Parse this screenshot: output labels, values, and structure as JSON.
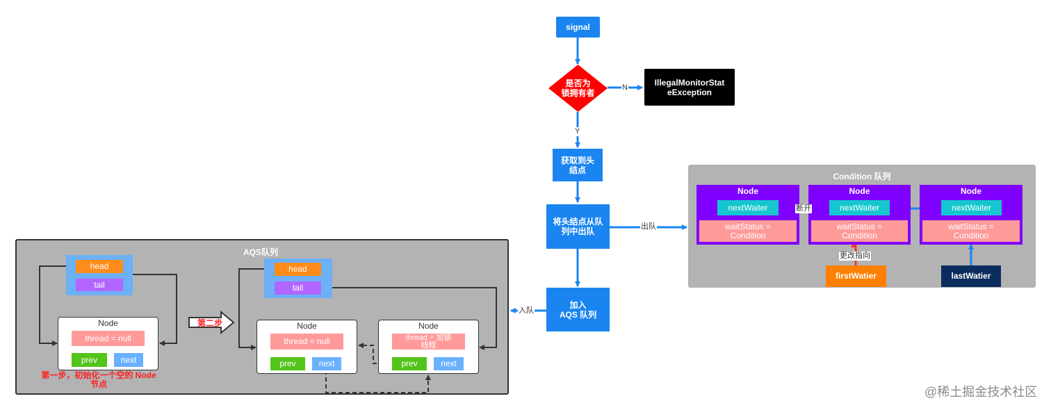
{
  "flow": {
    "signal": "signal",
    "decision": "是否为\n锁拥有者",
    "exception": "IllegalMonitorStat\neException",
    "edge_no": "N",
    "edge_yes": "Y",
    "get_head": "获取到头\n结点",
    "dequeue": "将头结点从队\n列中出队",
    "edge_dequeue": "出队",
    "enqueue": "加入\nAQS 队列",
    "edge_enqueue": "入队"
  },
  "condition_queue": {
    "title": "Condition 队列",
    "nodes": [
      {
        "title": "Node",
        "next": "nextWaiter",
        "status": "waitStatus =\nCondition"
      },
      {
        "title": "Node",
        "next": "nextWaiter",
        "status": "waitStatus =\nCondition"
      },
      {
        "title": "Node",
        "next": "nextWaiter",
        "status": "waitStatus =\nCondition"
      }
    ],
    "edge_break": "断开",
    "edge_change": "更改指向",
    "first_waiter": "firstWatier",
    "last_waiter": "lastWatier"
  },
  "aqs_queue": {
    "title": "AQS队列",
    "head": "head",
    "tail": "tail",
    "step1_node": {
      "title": "Node",
      "thread": "thread = null",
      "prev": "prev",
      "next": "next"
    },
    "step1_caption": "第一步，初始化一个空的 Node\n节点",
    "step2_label": "第二步",
    "step2_node_a": {
      "title": "Node",
      "thread": "thread = null",
      "prev": "prev",
      "next": "next"
    },
    "step2_node_b": {
      "title": "Node",
      "thread": "thread = 加锁\n线程",
      "prev": "prev",
      "next": "next"
    }
  },
  "watermark": "@稀土掘金技术社区",
  "colors": {
    "flow_blue": "#1a85f0",
    "decision_red": "#ff0000",
    "exception_black": "#000000",
    "panel_gray": "#b3b3b3",
    "head_orange": "#ff8c1a",
    "tail_purple": "#b266ff",
    "prev_green": "#52c41a",
    "next_blue": "#69b1ff",
    "node_purple": "#7f00ff",
    "waiter_cyan": "#15c6cf",
    "status_pink": "#ff9a9a",
    "first_waiter_orange": "#ff7f00",
    "last_waiter_navy": "#0b2c5e"
  }
}
